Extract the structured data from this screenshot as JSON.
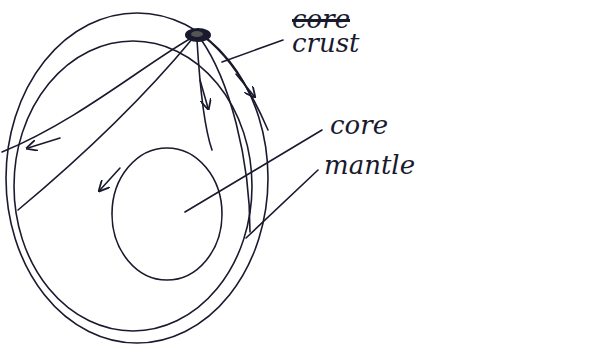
{
  "diagram": {
    "labels": [
      "core",
      "crust",
      "core",
      "mantle"
    ]
  }
}
